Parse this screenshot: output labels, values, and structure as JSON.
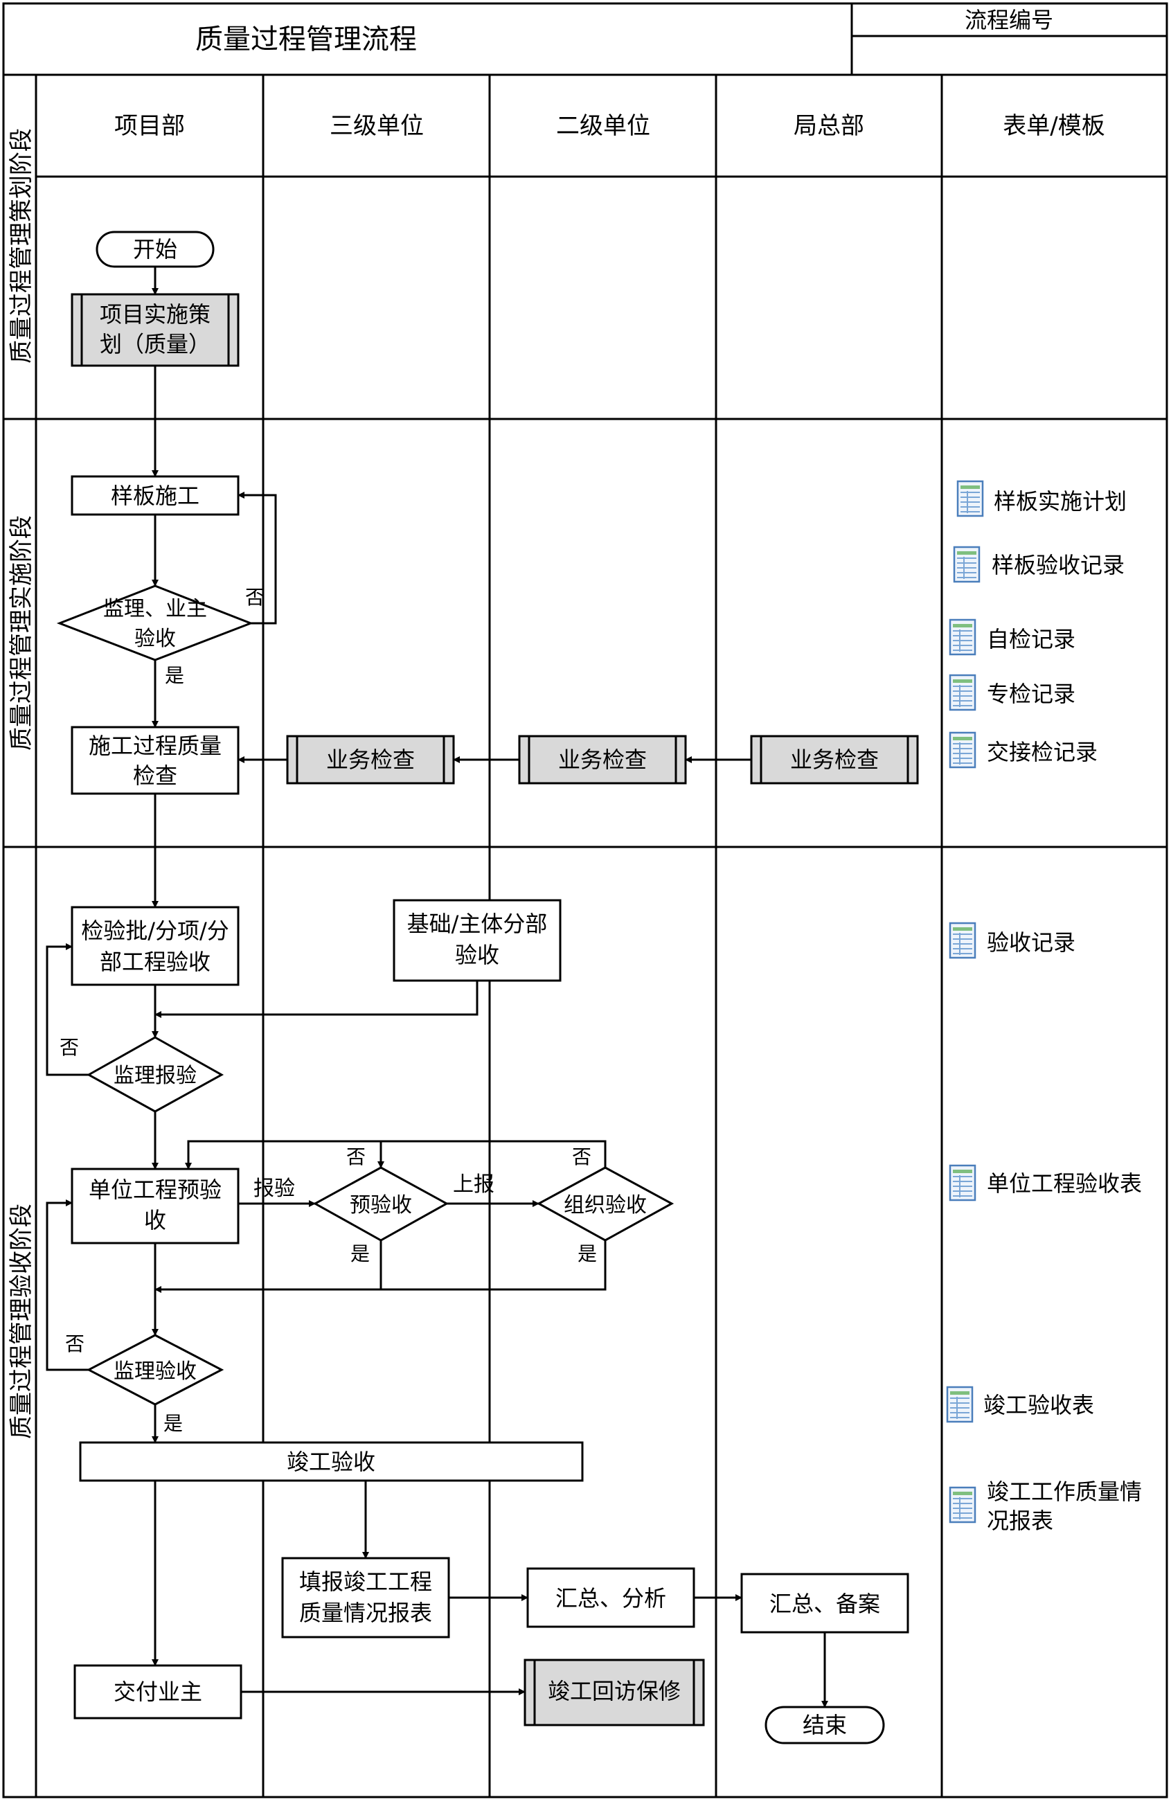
{
  "title": "质量过程管理流程",
  "process_number_label": "流程编号",
  "columns": [
    "项目部",
    "三级单位",
    "二级单位",
    "局总部",
    "表单/模板"
  ],
  "phases": [
    "质量过程管理策划阶段",
    "质量过程管理实施阶段",
    "质量过程管理验收阶段"
  ],
  "nodes": {
    "start": "开始",
    "plan_line1": "项目实施策",
    "plan_line2": "划（质量）",
    "sample_build": "样板施工",
    "supervisor_owner_check_line1": "监理、业主",
    "supervisor_owner_check_line2": "验收",
    "process_check_line1": "施工过程质量",
    "process_check_line2": "检查",
    "biz_check_l3": "业务检查",
    "biz_check_l2": "业务检查",
    "biz_check_hq": "业务检查",
    "inspect_batch_line1": "检验批/分项/分",
    "inspect_batch_line2": "部工程验收",
    "foundation_line1": "基础/主体分部",
    "foundation_line2": "验收",
    "supervisor_report": "监理报验",
    "unit_pre_line1": "单位工程预验",
    "unit_pre_line2": "收",
    "pre_accept": "预验收",
    "organize_accept": "组织验收",
    "supervisor_accept": "监理验收",
    "completion_accept": "竣工验收",
    "fill_report_line1": "填报竣工工程",
    "fill_report_line2": "质量情况报表",
    "summary_analysis": "汇总、分析",
    "summary_record": "汇总、备案",
    "deliver_owner": "交付业主",
    "revisit": "竣工回访保修",
    "end": "结束"
  },
  "edge_labels": {
    "no": "否",
    "yes": "是",
    "report_check": "报验",
    "report_up": "上报"
  },
  "forms": [
    "样板实施计划",
    "样板验收记录",
    "自检记录",
    "专检记录",
    "交接检记录",
    "验收记录",
    "单位工程验收表",
    "竣工验收表",
    "竣工工作质量情况报表"
  ],
  "forms_wrapped": {
    "last_line1": "竣工工作质量情",
    "last_line2": "况报表"
  },
  "colors": {
    "line": "#000000",
    "subprocess_fill": "#d9d9d9",
    "form_icon_blue": "#4a7ebb",
    "form_icon_green": "#7fbf7f"
  }
}
